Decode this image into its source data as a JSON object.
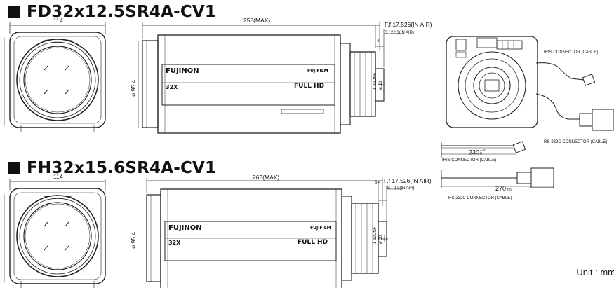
{
  "titles": {
    "model_1": "FD32x12.5SR4A-CV1",
    "model_2": "FH32x15.6SR4A-CV1"
  },
  "front_view": {
    "width_dim": "114"
  },
  "side_view_1": {
    "length_dim": "258(MAX)",
    "flange_ff": "F.f 17.526(IN  AIR)",
    "flange_bf": "B.f 22.3(IN  AIR)",
    "offset": "4",
    "diameter_body": "ø 95.4",
    "diameter_lens": "ø 30",
    "thread": "1-32UNF",
    "brand_left": "FUJINON",
    "brand_right": "FUJIFILM",
    "zoom_badge": "32X",
    "fullhd": "FULL HD"
  },
  "side_view_2": {
    "length_dim": "263(MAX)",
    "flange_ff": "F.f 17.526(IN  AIR)",
    "flange_bf": "B.f 9.3(IN  AIR)",
    "offset": "8.4",
    "diameter_body": "ø 95.4",
    "diameter_lens": "ø 30",
    "thread": "1-32UNF",
    "brand_left": "FUJINON",
    "brand_right": "FUJIFILM",
    "zoom_badge": "32X",
    "fullhd": "FULL HD"
  },
  "rear_view": {
    "iris_connector": "IRIS CONNECTOR (CABLE)",
    "rs232_connector": "RS-232C CONNECTOR (CABLE)"
  },
  "cables": {
    "iris_length": "230",
    "iris_tol_upper": "+30",
    "iris_tol_lower": "0",
    "iris_label": "IRIS CONNECTOR (CABLE)",
    "rs232_length": "270",
    "rs232_tol": "±20",
    "rs232_label": "RS-232C CONNECTOR (CABLE)"
  },
  "unit_note": "Unit : mm"
}
